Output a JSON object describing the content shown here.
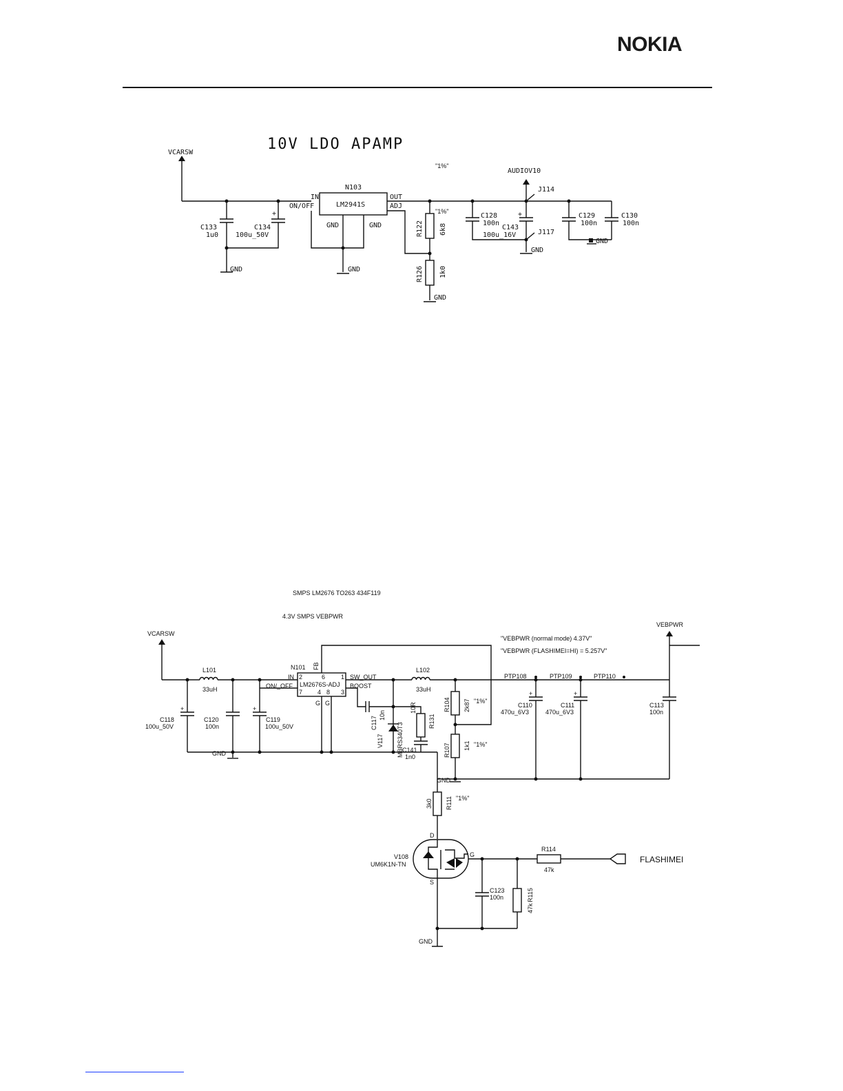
{
  "header": {
    "logo": "NOKIA"
  },
  "ldo": {
    "title": "10V LDO APAMP",
    "chip": "N103",
    "chip_part": "LM2941S",
    "pin_in": "IN",
    "pin_onoff": "ON/OFF",
    "pin_out": "OUT",
    "pin_adj": "ADJ",
    "pin_gnd": "GND",
    "vin": "VCARSW",
    "vout": "AUDIOV10",
    "tol1": "\"1%\"",
    "tol2": "\"1%\"",
    "c133": "C133",
    "c133v": "1u0",
    "c134": "C134",
    "c134v": "100u_50V",
    "r122": "R122",
    "r122v": "6k8",
    "r126": "R126",
    "r126v": "1k0",
    "c128": "C128",
    "c128v": "100n",
    "c143": "C143",
    "c143v": "100u_16V",
    "c129": "C129",
    "c129v": "100n",
    "c130": "C130",
    "c130v": "100n",
    "j114": "J114",
    "j117": "J117",
    "gnd": "GND"
  },
  "smps": {
    "title": "SMPS LM2676 TO263 434F119",
    "subtitle": "4.3V SMPS VEBPWR",
    "vin": "VCARSW",
    "vout": "VEBPWR",
    "note1": "\"VEBPWR (normal mode) 4.37V\"",
    "note2": "\"VEBPWR (FLASHIMEI=HI) = 5.257V\"",
    "chip": "N101",
    "chip_part": "LM2676S-ADJ",
    "pin_in": "IN",
    "pin_onoff": "ON/_OFF",
    "pin_sw": "SW_OUT",
    "pin_boost": "BOOST",
    "pin_fb": "FB",
    "pin_g": "G",
    "pin2": "2",
    "pin6": "6",
    "pin1": "1",
    "pin7": "7",
    "pin4": "4",
    "pin8": "8",
    "pin3": "3",
    "l101": "L101",
    "l101v": "33uH",
    "l102": "L102",
    "l102v": "33uH",
    "c118": "C118",
    "c118v": "100u_50V",
    "c120": "C120",
    "c120v": "100n",
    "c119": "C119",
    "c119v": "100u_50V",
    "c117": "C117",
    "c117v": "10n",
    "v117": "V117",
    "v117v": "MBRS340T3",
    "r131": "R131",
    "r131v": "10R",
    "c141": "C141",
    "c141v": "1n0",
    "r104": "R104",
    "r104v": "2k87",
    "r104t": "\"1%\"",
    "r107": "R107",
    "r107v": "1k1",
    "r107t": "\"1%\"",
    "r111": "R111",
    "r111v": "3k0",
    "r111t": "\"1%\"",
    "ptp108": "PTP108",
    "ptp109": "PTP109",
    "ptp110": "PTP110",
    "c110": "C110",
    "c110v": "470u_6V3",
    "c111": "C111",
    "c111v": "470u_6V3",
    "c113": "C113",
    "c113v": "100n",
    "v108": "V108",
    "v108v": "UM6K1N-TN",
    "pin_d": "D",
    "pin_s": "S",
    "pin_gate": "G",
    "r114": "R114",
    "r114v": "47k",
    "c123": "C123",
    "c123v": "100n",
    "r115": "R115",
    "r115v": "47k",
    "flash": "FLASHIMEI",
    "gnd": "GND"
  }
}
